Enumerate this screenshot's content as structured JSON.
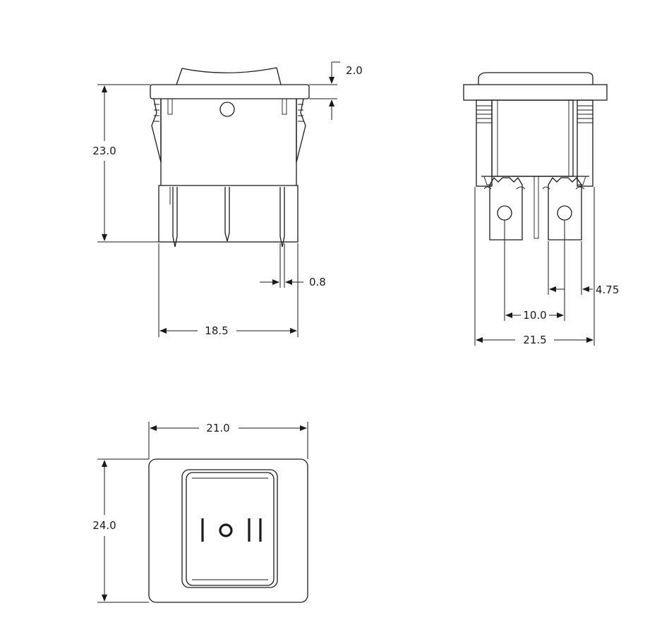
{
  "dimensions": {
    "front_height": "23.0",
    "flange_thickness": "2.0",
    "pin_width": "0.8",
    "body_width_front": "18.5",
    "terminal_width": "4.75",
    "terminal_spacing": "10.0",
    "body_width_side": "21.5",
    "bezel_width": "21.0",
    "bezel_height": "24.0"
  },
  "rocker_symbols": {
    "on": "I",
    "off": "O",
    "on2": "II"
  }
}
